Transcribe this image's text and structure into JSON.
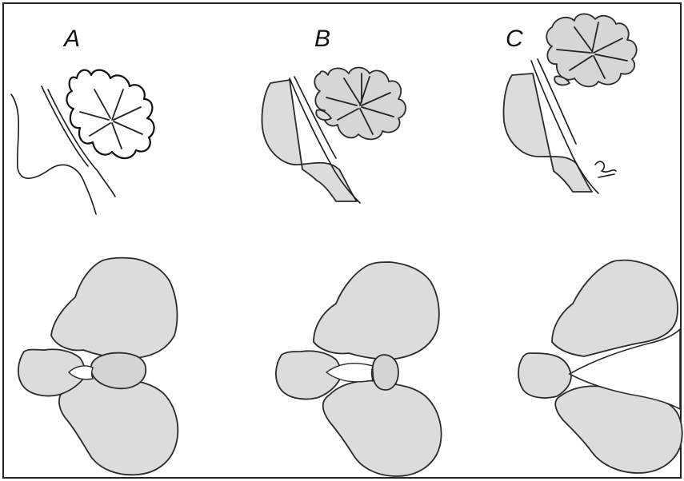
{
  "panels": [
    {
      "label": "A"
    },
    {
      "label": "B"
    },
    {
      "label": "C"
    }
  ],
  "colors": {
    "background": "#ffffff",
    "tissue_fill": "#dcdcdc",
    "ink": "#1a1a1a",
    "frame": "#222222"
  }
}
